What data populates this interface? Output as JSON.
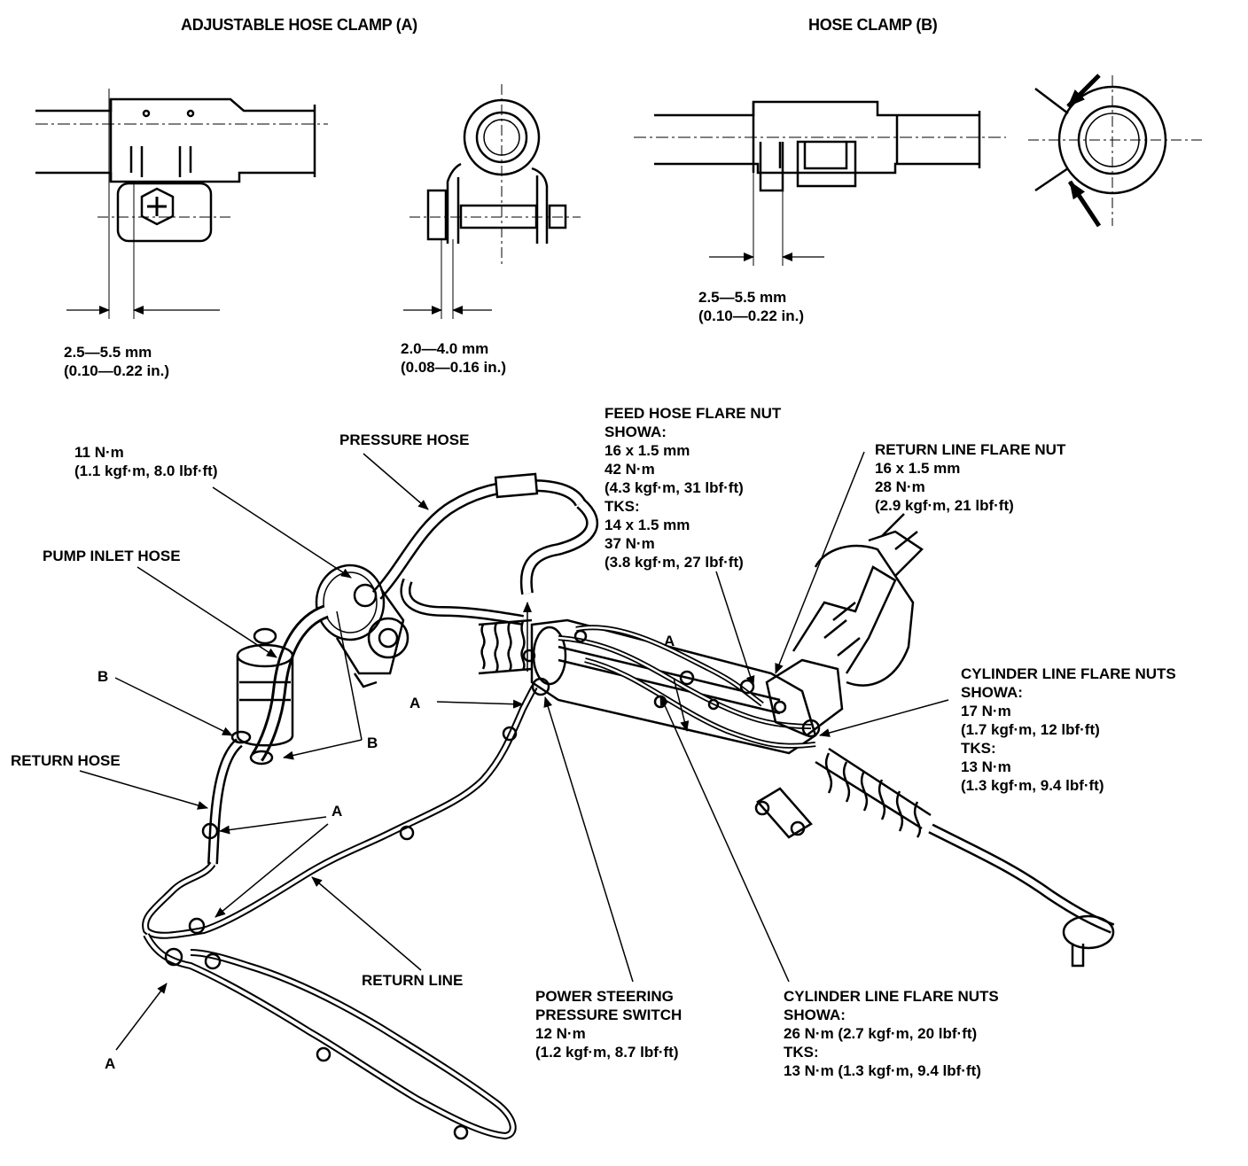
{
  "colors": {
    "ink": "#000000",
    "background": "#ffffff"
  },
  "clamp_a": {
    "title": "ADJUSTABLE HOSE CLAMP (A)",
    "dim_side": [
      "2.5—5.5 mm",
      "(0.10—0.22 in.)"
    ],
    "dim_end": [
      "2.0—4.0 mm",
      "(0.08—0.16 in.)"
    ]
  },
  "clamp_b": {
    "title": "HOSE CLAMP (B)",
    "dim": [
      "2.5—5.5 mm",
      "(0.10—0.22 in.)"
    ]
  },
  "labels": {
    "pump_bolt": [
      "11 N·m",
      "(1.1 kgf·m, 8.0 lbf·ft)"
    ],
    "pressure_hose": "PRESSURE HOSE",
    "pump_inlet_hose": "PUMP INLET HOSE",
    "b_left": "B",
    "b_right": "B",
    "return_hose": "RETURN HOSE",
    "a_mid": "A",
    "a_left": "A",
    "a_bottom": "A",
    "a_top": "A",
    "return_line": "RETURN LINE",
    "feed_hose": [
      "FEED HOSE FLARE NUT",
      "SHOWA:",
      "16 x 1.5 mm",
      "42 N·m",
      "(4.3 kgf·m, 31 lbf·ft)",
      "TKS:",
      "14 x 1.5 mm",
      "37 N·m",
      "(3.8 kgf·m, 27 lbf·ft)"
    ],
    "return_line_flare": [
      "RETURN LINE FLARE NUT",
      "16 x 1.5 mm",
      "28 N·m",
      "(2.9 kgf·m, 21 lbf·ft)"
    ],
    "cyl_right": [
      "CYLINDER LINE FLARE NUTS",
      "SHOWA:",
      "17 N·m",
      "(1.7 kgf·m, 12 lbf·ft)",
      "TKS:",
      "13 N·m",
      "(1.3 kgf·m, 9.4 lbf·ft)"
    ],
    "ps_switch": [
      "POWER STEERING",
      "PRESSURE SWITCH",
      "12 N·m",
      "(1.2 kgf·m, 8.7 lbf·ft)"
    ],
    "cyl_bottom": [
      "CYLINDER LINE FLARE NUTS",
      "SHOWA:",
      "26 N·m (2.7 kgf·m, 20 lbf·ft)",
      "TKS:",
      "13 N·m (1.3 kgf·m, 9.4 lbf·ft)"
    ]
  }
}
